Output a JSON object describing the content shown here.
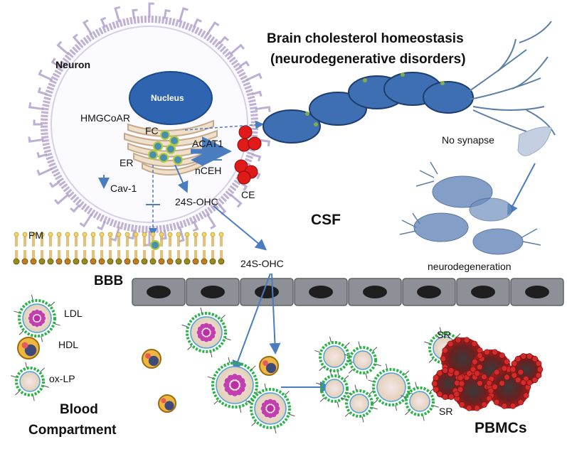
{
  "title_line1": "Brain cholesterol homeostasis",
  "title_line2": "(neurodegenerative disorders)",
  "neuron": "Neuron",
  "nucleus": "Nucleus",
  "hmgcoar": "HMGCoAR",
  "fc": "FC",
  "er": "ER",
  "acat1": "ACAT1",
  "nceh": "nCEH",
  "ce": "CE",
  "cav1": "Cav-1",
  "ohc_top": "24S-OHC",
  "ohc_mid": "24S-OHC",
  "pm": "PM",
  "csf": "CSF",
  "bbb": "BBB",
  "no_synapse": "No synapse",
  "neurodegeneration": "neurodegeneration",
  "ldl": "LDL",
  "hdl": "HDL",
  "oxlp": "ox-LP",
  "blood_line1": "Blood",
  "blood_line2": "Compartment",
  "sr_top": "SR",
  "sr_bottom": "SR",
  "pbmcs": "PBMCs",
  "colors": {
    "membrane": "#b9a9cf",
    "nucleus": "#2e64b0",
    "axon": "#3e6fb3",
    "arrow": "#4a7cc0",
    "ce_red": "#e01919",
    "endothelium": "#8d9096",
    "lipid_tail": "#e0a94a",
    "lipid_head": "#9a8b18",
    "pbmc": "#b21a1a"
  }
}
